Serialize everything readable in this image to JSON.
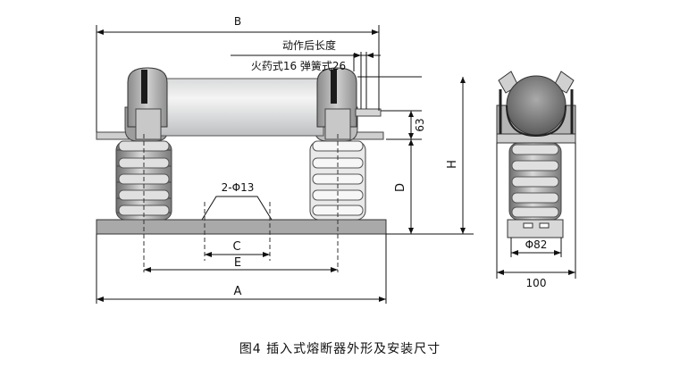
{
  "diagram": {
    "dim_B": "B",
    "length_after_action": "动作后长度",
    "types_text": "火药式16 弹簧式26",
    "dim_63": "63",
    "dim_H": "H",
    "dim_D": "D",
    "holes_label": "2-Φ13",
    "dim_C": "C",
    "dim_E": "E",
    "dim_A": "A",
    "dim_phi82": "Φ82",
    "dim_100": "100"
  },
  "caption": "图4 插入式熔断器外形及安装尺寸"
}
